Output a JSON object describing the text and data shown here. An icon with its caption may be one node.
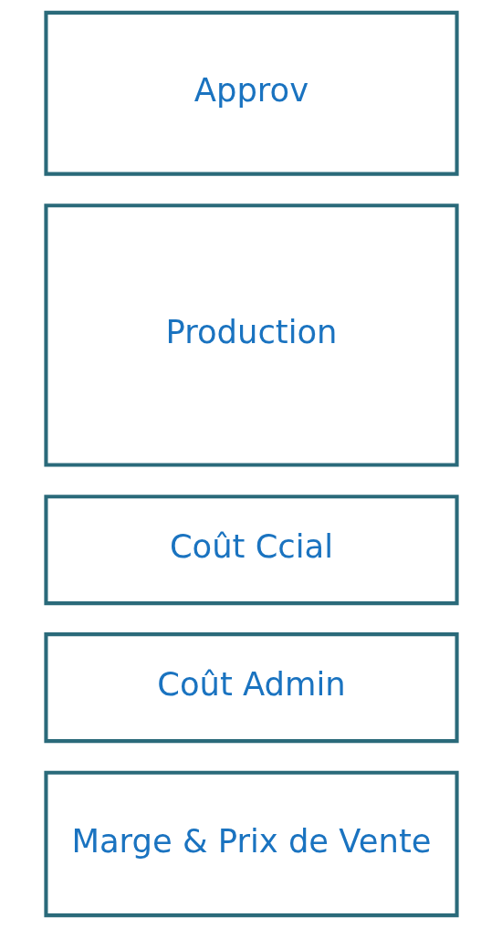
{
  "diagram": {
    "nodes": [
      {
        "text": [
          "Approv"
        ]
      },
      {
        "text": [
          "Production"
        ]
      },
      {
        "text": [
          "Coût Ccial"
        ]
      },
      {
        "text": [
          "Coût Admin"
        ]
      },
      {
        "text": [
          "Marge & Prix de Vente"
        ]
      }
    ]
  }
}
